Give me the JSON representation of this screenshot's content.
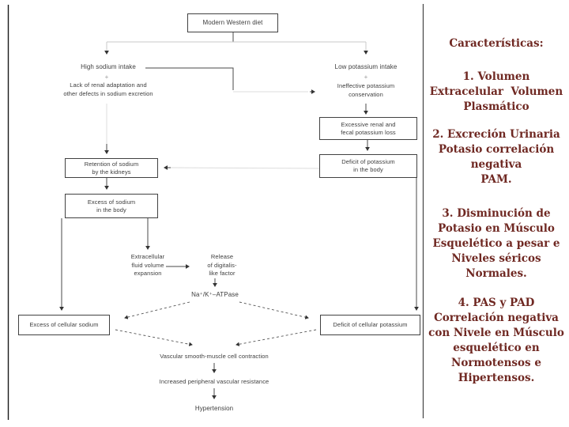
{
  "panel": {
    "title": "Características:",
    "text_color": "#6f2822",
    "items": [
      {
        "text": "1. Volumen\nExtracelular  Volumen\nPlasmático"
      },
      {
        "text": "2. Excreción Urinaria\nPotasio correlación\nnegativa\nPAM."
      },
      {
        "text": "3. Disminución de\nPotasio en Músculo\nEsquelético a pesar e\nNiveles séricos\nNormales."
      },
      {
        "text": "4. PAS y PAD\nCorrelación negativa\ncon Nivele en Músculo\nesquelético en\nNormotensos e\nHipertensos."
      }
    ]
  },
  "flowchart": {
    "nodes": {
      "modern_western_diet": "Modern Western diet",
      "high_sodium_intake": "High sodium intake",
      "plus_left": "+",
      "lack_renal_adaptation": "Lack of renal adaptation and\nother defects in sodium excretion",
      "low_potassium_intake": "Low potassium intake",
      "plus_right": "+",
      "ineffective_potassium_conservation": "Ineffective potassium\nconservation",
      "excessive_renal_fecal_loss": "Excessive renal and\nfecal potassium loss",
      "deficit_potassium_body": "Deficit of potassium\nin the body",
      "retention_sodium_kidneys": "Retention of sodium\nby the kidneys",
      "excess_sodium_body": "Excess of sodium\nin the body",
      "extracellular_fluid_volume_expansion": "Extracellular\nfluid volume\nexpansion",
      "release_digitalis_like_factor": "Release\nof digitalis-\nlike factor",
      "na_k_atpase": "Na⁺/K⁺–ATPase",
      "excess_cellular_sodium": "Excess of cellular sodium",
      "deficit_cellular_potassium": "Deficit of cellular potassium",
      "vascular_contraction": "Vascular smooth-muscle cell contraction",
      "increased_resistance": "Increased peripheral vascular resistance",
      "hypertension": "Hypertension"
    }
  }
}
